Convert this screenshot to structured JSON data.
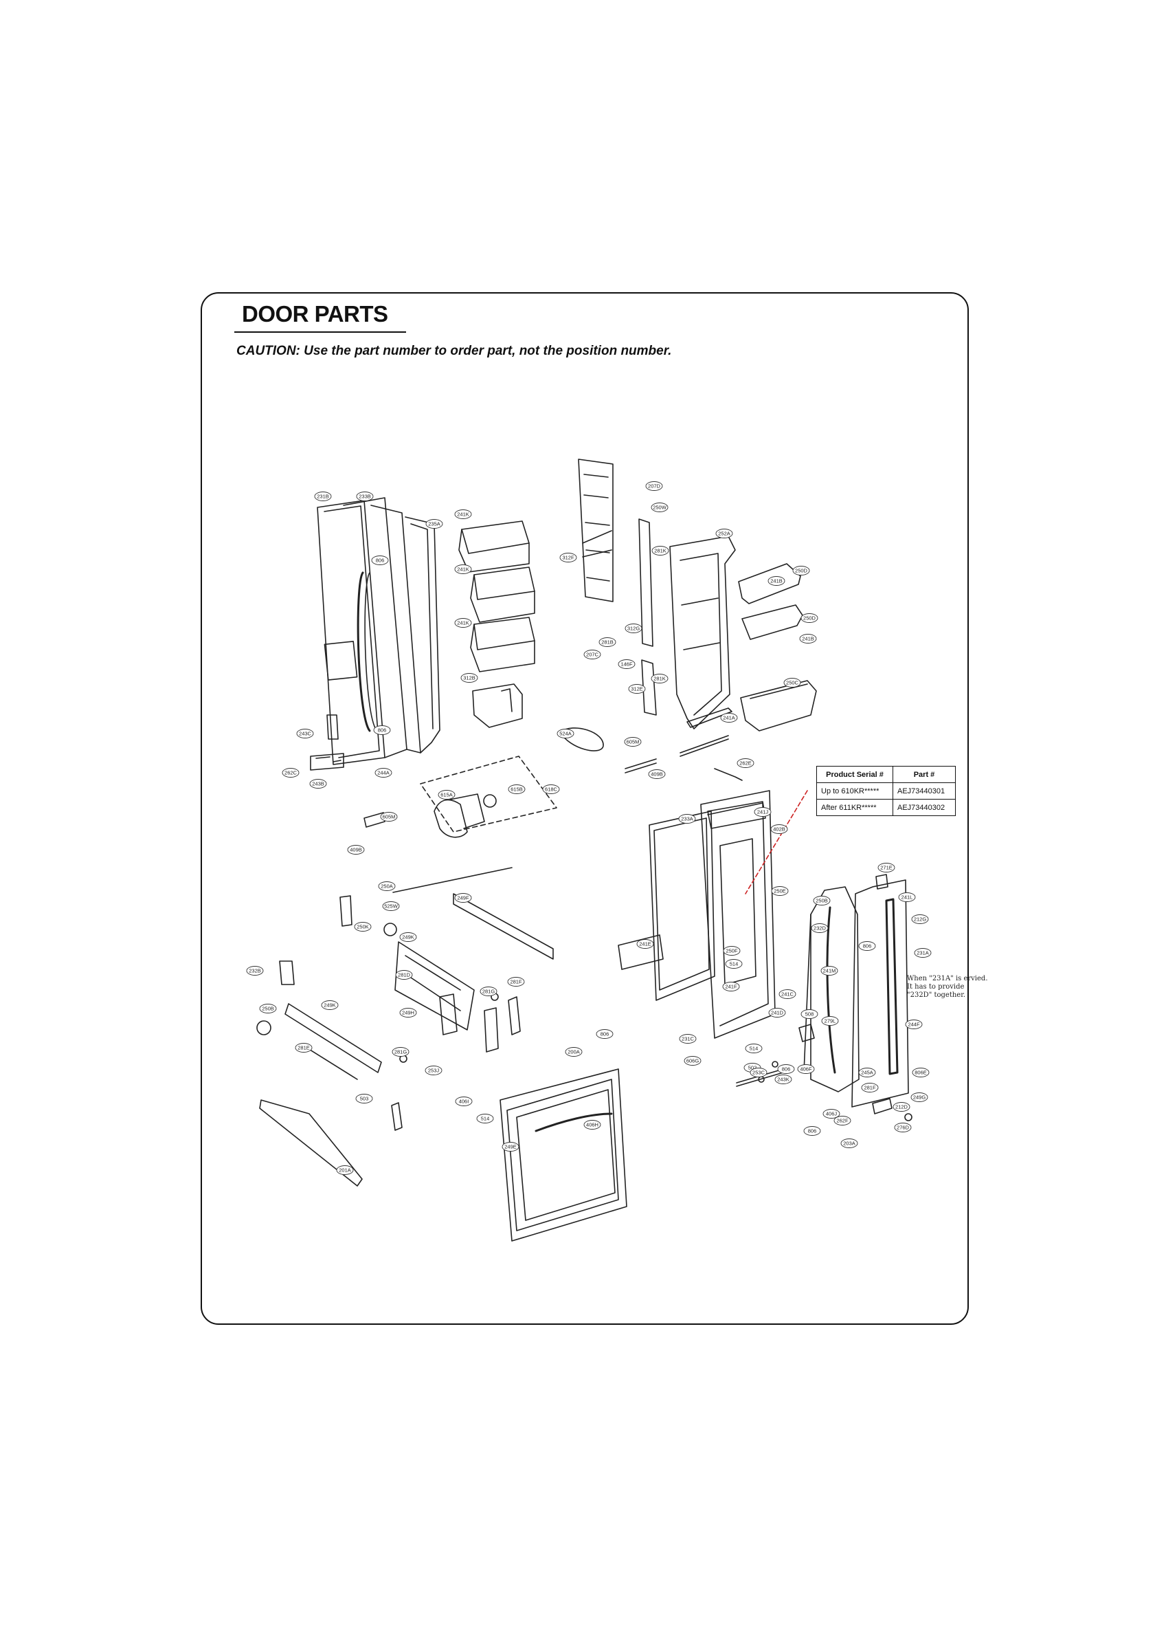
{
  "page": {
    "title": "DOOR PARTS",
    "caution": "CAUTION: Use the part number to order part, not the position number."
  },
  "serial_table": {
    "headers": [
      "Product Serial #",
      "Part #"
    ],
    "rows": [
      [
        "Up to 610KR*****",
        "AEJ73440301"
      ],
      [
        "After 611KR*****",
        "AEJ73440302"
      ]
    ]
  },
  "note": "When \"231A\" is ervied.\nIt has to provide\n\"232D\" together.",
  "callouts": [
    "231B",
    "233B",
    "235A",
    "241K",
    "806",
    "241K",
    "241K",
    "312B",
    "243C",
    "806",
    "244A",
    "262C",
    "243B",
    "207D",
    "250W",
    "252A",
    "281K",
    "312F",
    "241B",
    "250D",
    "312G",
    "281B",
    "207C",
    "146F",
    "250D",
    "241B",
    "281K",
    "312E",
    "250C",
    "241A",
    "524A",
    "605M",
    "409B",
    "262E",
    "615A",
    "615B",
    "618C",
    "605M",
    "409B",
    "233A",
    "241J",
    "402B",
    "271E",
    "250A",
    "249F",
    "250E",
    "241L",
    "525W",
    "250B",
    "212G",
    "250K",
    "232D",
    "806",
    "231A",
    "249K",
    "241E",
    "250F",
    "232B",
    "514",
    "281D",
    "241M",
    "249K",
    "281G",
    "281F",
    "241F",
    "241C",
    "250B",
    "249H",
    "241D",
    "508",
    "279L",
    "244F",
    "200A",
    "806",
    "281E",
    "281G",
    "231C",
    "514",
    "253J",
    "606G",
    "502",
    "245A",
    "806",
    "806E",
    "243K",
    "253C",
    "406F",
    "249G",
    "503",
    "281F",
    "406J",
    "406I",
    "806",
    "514",
    "212D",
    "262F",
    "406H",
    "276D",
    "203A",
    "249E",
    "201A"
  ]
}
